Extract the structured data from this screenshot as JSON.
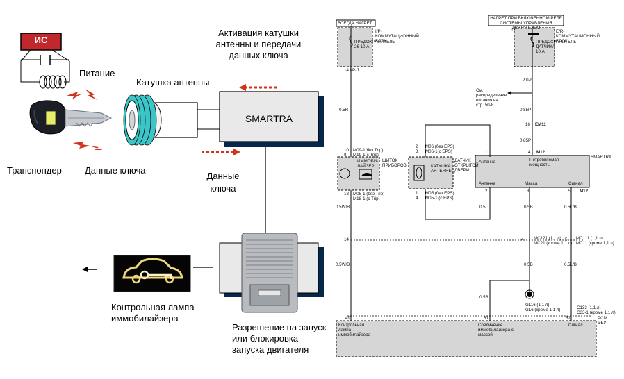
{
  "left": {
    "ic_label": "ИС",
    "power_label": "Питание",
    "activation_label": "Активация катушки антенны и передачи данных ключа",
    "antenna_coil_label": "Катушка антенны",
    "smartra_label": "SMARTRA",
    "transponder_label": "Транспондер",
    "key_data_label": "Данные ключа",
    "key_data_label2": "Данные ключа",
    "lamp_label": "Контрольная лампа иммобилайзера",
    "start_permission_label": "Разрешение на запуск или блокировка запуска двигателя"
  },
  "right": {
    "always_hot": "ВСЕГДА НАГРЕТ",
    "ign_hot": "НАГРЕТ ПРИ ВКЛЮЧЕННОМ РЕЛЕ СИСТЕМЫ УПРАВЛЕНИЯ ДВИГАТЕЛЕМ",
    "ip_box": "I/P-КОММУТАЦИОННЫЙ БЛОК",
    "fuse1": "ПРЕДОХРАНИТЕЛЬ 26 10 А",
    "er_box": "E/R-КОММУТАЦИОННЫЙ БЛОК",
    "fuse2": "ПРЕДОХРАНИТЕЛЬ ДАТЧИКА 10 А",
    "pin14_ipj": "14 I/P-J",
    "wire_05r": "0.5R",
    "wire_2p": "2.0P",
    "see_power": "См. распределение питания на стр. 50-8",
    "wire_05p_a": "0.85P",
    "em11_pin": "16",
    "em11": "EM11",
    "wire_05p_b": "0.85P",
    "m09_a": "M09-1(без Trip)",
    "m09_b": "M19-1(с Trip)",
    "pin10": "10",
    "pin8": "8",
    "cluster": "ЩИТОК ПРИБОРОВ",
    "immob": "ИММОБИ-ЛАЙЗЕР",
    "pin18": "18",
    "m08_a": "M08-1 (без Trip)",
    "m18_a": "M18-1 (с Trip)",
    "wire_05wb_a": "0.5W/B",
    "m06_a": "M06 (без EPS)",
    "m06_b": "M06-1(с EPS)",
    "coil_box": "КАТУШКА АНТЕННЫ",
    "door_sensor": "ДАТЧИК ОТКРЫТОЙ ДВЕРИ",
    "m05_a": "M05 (без EPS)",
    "m05_b": "M05-1 (с EPS)",
    "pin2": "2",
    "pin3": "3",
    "pin1": "1",
    "pin4": "4",
    "smartra": "SMARTRA",
    "m12_a": "M12",
    "m12_b": "M12",
    "antenna1": "Антенна",
    "antenna2": "Антенна",
    "consumed_power": "Потребляемая мощность",
    "mass": "Масса",
    "signal": "Сигнал",
    "pin_s1": "1",
    "pin_s4": "4",
    "pin_s2": "2",
    "pin_s3": "3",
    "pin_s5": "5",
    "wire_05l": "0.5L",
    "wire_05b": "0.5B",
    "wire_05lb": "0.5L/B",
    "pin14b": "14",
    "mc121": "MC121 (1,1 л)",
    "mc21": "MC21 (кроме 1,1 л)",
    "pin4b": "4",
    "mc111": "MC111 (1,1 л)",
    "mc11": "MC11 (кроме 1,1 л)",
    "pin5b": "5",
    "wire_05wb_b": "0.5W/B",
    "wire_05b_b": "0.5B",
    "wire_05lb_b": "0.5L/B",
    "wire_05b_c": "0.5B",
    "g116": "G116 (1,1 л)",
    "g16": "G16 (кроме 1,1 л)",
    "c133": "C133 (1,1 л)",
    "c33": "C33-1 (кроме 1,1 л)",
    "pin49": "49",
    "pin61": "61",
    "pin52": "52",
    "pcm": "PCM",
    "ecu": "ЭБУ",
    "ecu_lamp": "Контрольная лампа иммобилайзера",
    "ecu_mass": "Соединение иммобилайзера с массой",
    "ecu_signal": "Сигнал"
  }
}
